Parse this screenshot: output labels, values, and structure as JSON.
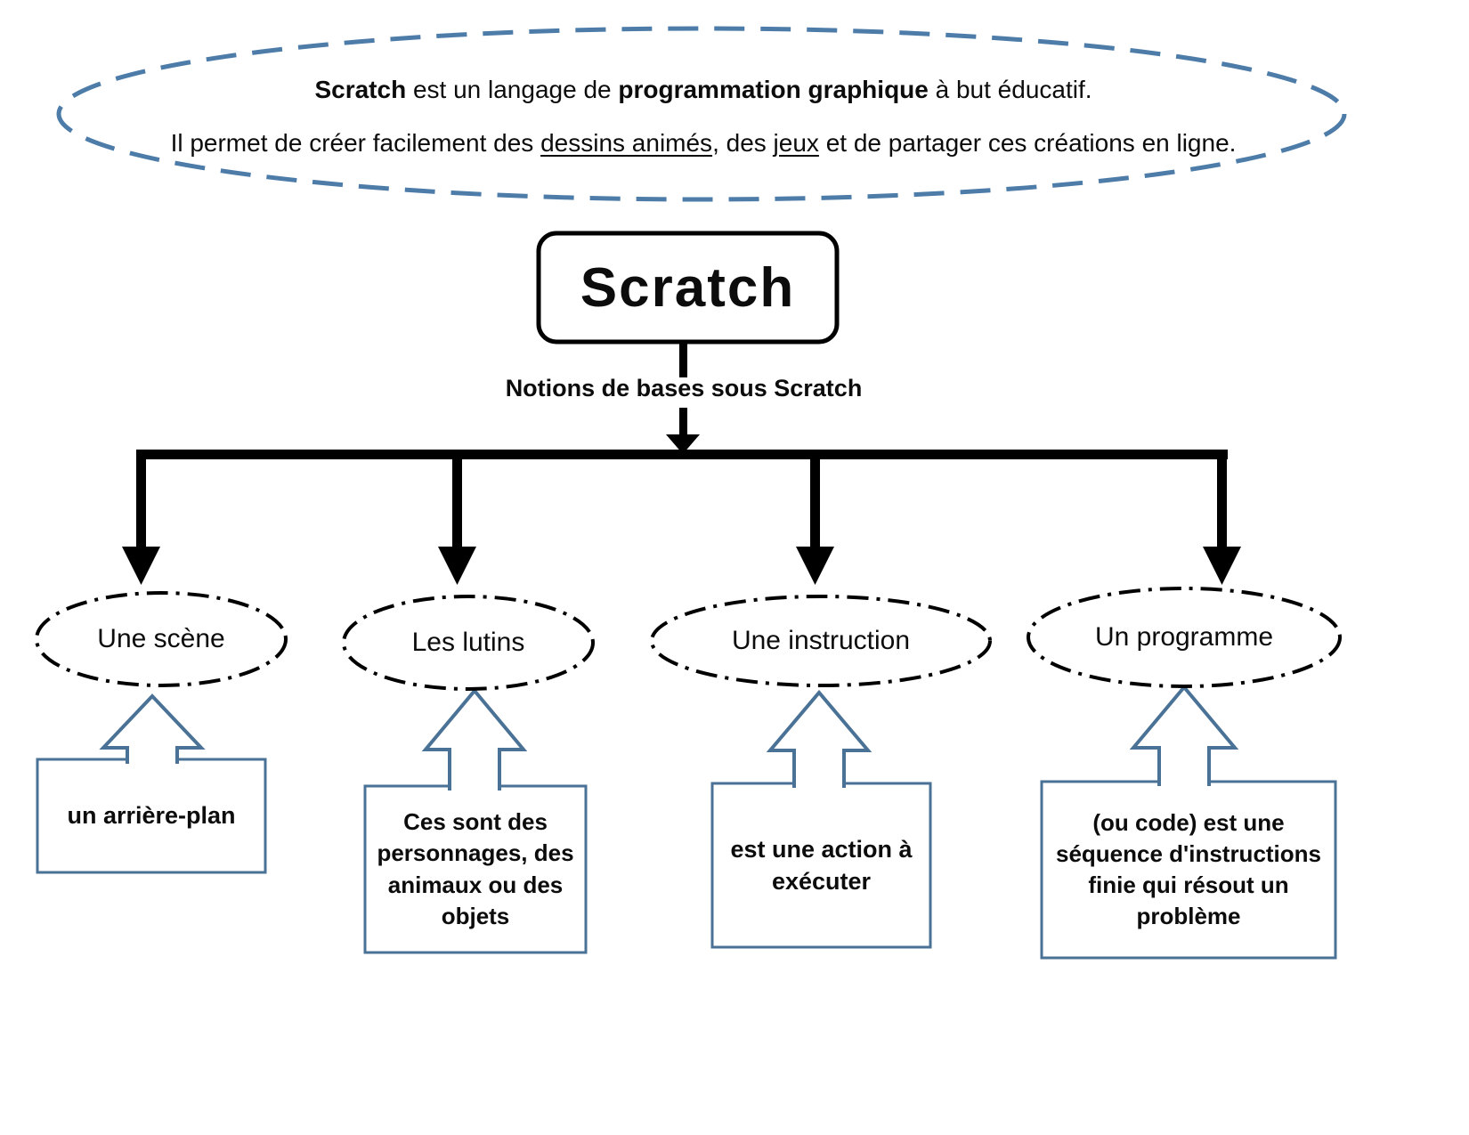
{
  "colors": {
    "intro_blue": "#4d7ca9",
    "box_blue": "#4a7296",
    "line_black": "#000000"
  },
  "intro": {
    "line1": {
      "s1": "Scratch",
      "s2": " est un langage de ",
      "s3": "programmation graphique",
      "s4": " à but éducatif."
    },
    "line2": {
      "s1": "Il permet de créer facilement des ",
      "s2": "dessins animés",
      "s3": ", des ",
      "s4": "jeux",
      "s5": " et de partager ces créations en ligne."
    }
  },
  "root": {
    "title": "Scratch",
    "subtitle": "Notions de bases sous Scratch"
  },
  "branches": [
    {
      "label": "Une scène",
      "description": "un arrière-plan"
    },
    {
      "label": "Les lutins",
      "description": "Ces sont des personnages, des animaux ou des objets"
    },
    {
      "label": "Une instruction",
      "description": "est une action à exécuter"
    },
    {
      "label": "Un programme",
      "description": "(ou code) est une séquence d'instructions finie qui résout un problème"
    }
  ]
}
